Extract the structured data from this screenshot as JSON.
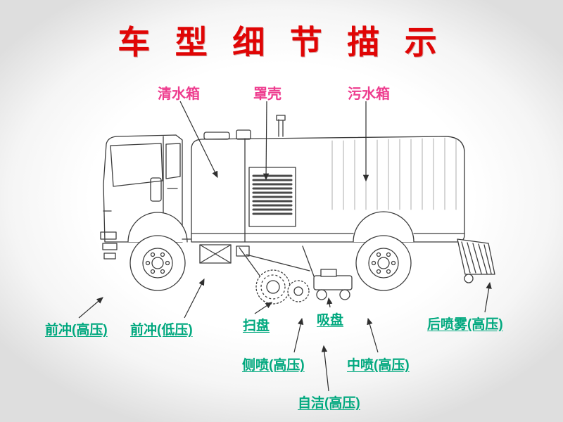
{
  "title": "车 型 细 节 描 示",
  "colors": {
    "title_red": "#e00505",
    "tank_label_pink": "#ee3d8f",
    "nozzle_label_teal": "#00a87e",
    "line_dark": "#3c3c3c"
  },
  "top_labels": [
    {
      "id": "clean-water-tank",
      "label": "清水箱"
    },
    {
      "id": "cover-shell",
      "label": "罩壳"
    },
    {
      "id": "sewage-tank",
      "label": "污水箱"
    }
  ],
  "bottom_labels": [
    {
      "id": "front-flush-high",
      "label": "前冲(高压)"
    },
    {
      "id": "front-flush-low",
      "label": "前冲(低压)"
    },
    {
      "id": "sweep-disc",
      "label": "扫盘"
    },
    {
      "id": "suction-disc",
      "label": "吸盘"
    },
    {
      "id": "rear-mist-high",
      "label": "后喷雾(高压)"
    },
    {
      "id": "side-spray-high",
      "label": "侧喷(高压)"
    },
    {
      "id": "mid-spray-high",
      "label": "中喷(高压)"
    },
    {
      "id": "self-clean-high",
      "label": "自洁(高压)"
    }
  ]
}
